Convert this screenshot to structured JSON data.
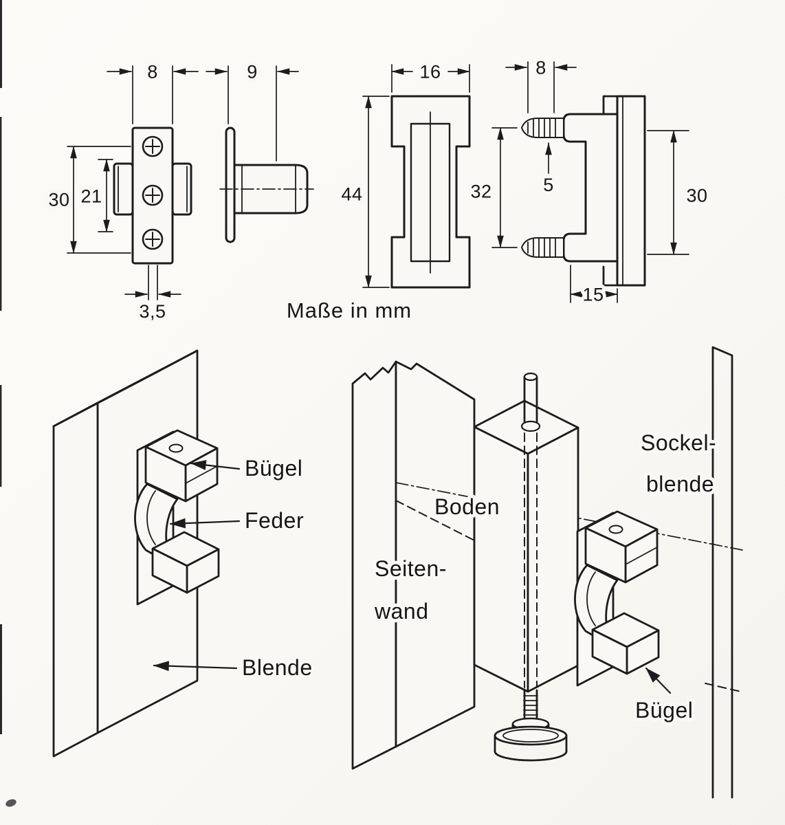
{
  "caption": "Maße in mm",
  "colors": {
    "ink": "#1c1c1c",
    "paper": "#faf8f4"
  },
  "dims": {
    "plate_width": "8",
    "plate_h30": "30",
    "plate_h21": "21",
    "plate_slot": "3,5",
    "side_depth": "9",
    "spring_width": "16",
    "spring_height": "44",
    "buegel_screw": "8",
    "buegel_spacing": "32",
    "buegel_dia": "5",
    "buegel_height": "30",
    "buegel_depth": "15"
  },
  "labels_left": {
    "buegel": "Bügel",
    "feder": "Feder",
    "blende": "Blende"
  },
  "labels_right": {
    "sockel1": "Sockel-",
    "sockel2": "blende",
    "boden": "Boden",
    "seiten1": "Seiten-",
    "seiten2": "wand",
    "buegel": "Bügel"
  }
}
